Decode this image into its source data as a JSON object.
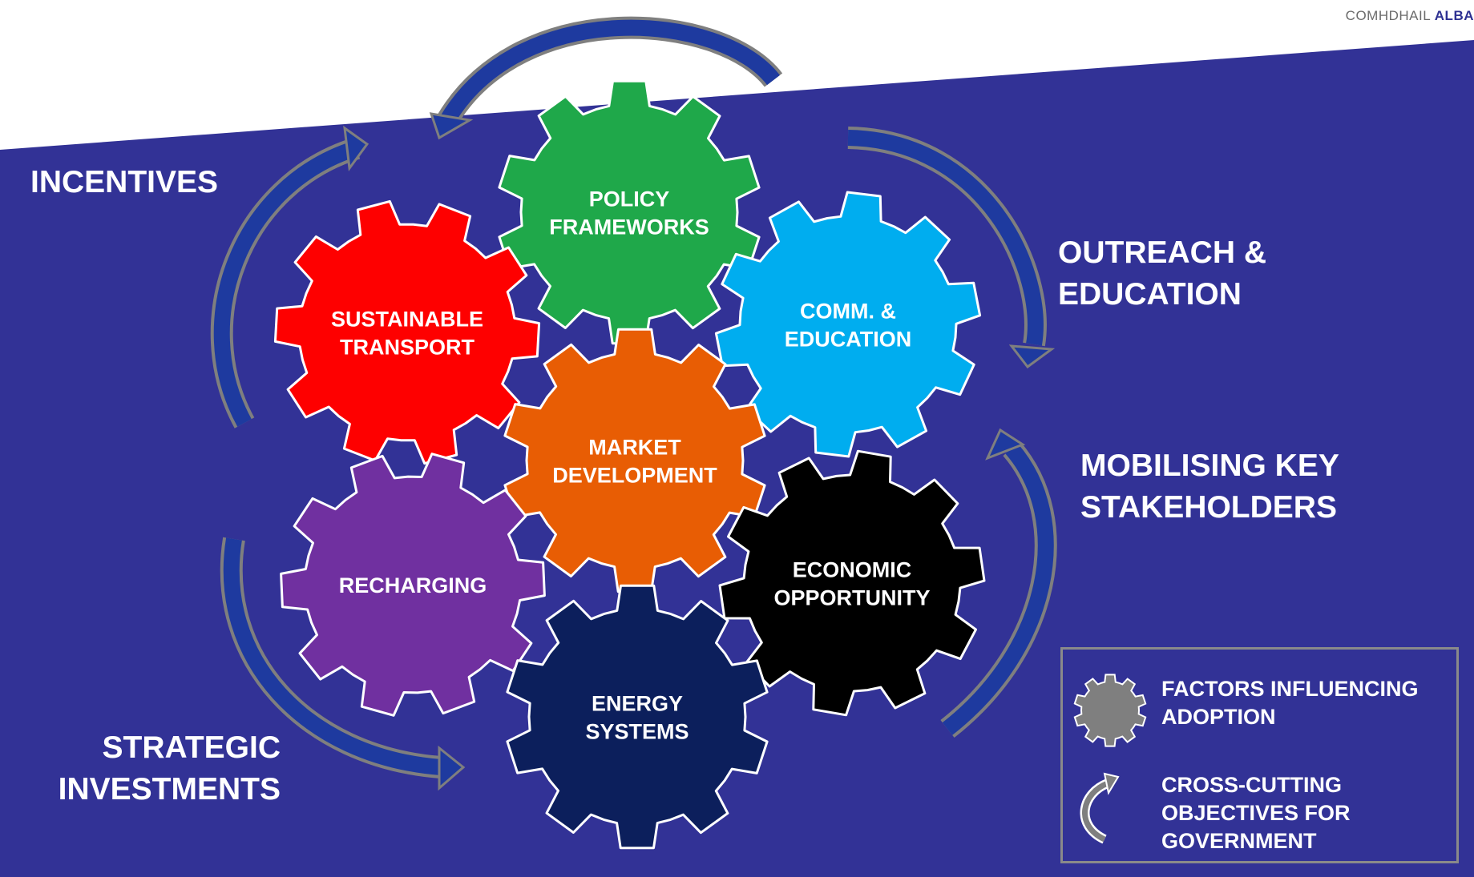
{
  "header": {
    "brand_plain": "COMHDHAIL ",
    "brand_bold": "ALBA"
  },
  "objectives": {
    "incentives": "INCENTIVES",
    "outreach": "OUTREACH &\nEDUCATION",
    "mobilising": "MOBILISING KEY\nSTAKEHOLDERS",
    "strategic": "STRATEGIC\nINVESTMENTS"
  },
  "gears": [
    {
      "id": "policy",
      "lines": [
        "POLICY",
        "FRAMEWORKS"
      ],
      "color": "#1fa84a"
    },
    {
      "id": "sustainable",
      "lines": [
        "SUSTAINABLE",
        "TRANSPORT"
      ],
      "color": "#fe0000"
    },
    {
      "id": "comm",
      "lines": [
        "COMM. &",
        "EDUCATION"
      ],
      "color": "#00adef"
    },
    {
      "id": "market",
      "lines": [
        "MARKET",
        "DEVELOPMENT"
      ],
      "color": "#e85d04"
    },
    {
      "id": "recharging",
      "lines": [
        "RECHARGING"
      ],
      "color": "#7030a0"
    },
    {
      "id": "economic",
      "lines": [
        "ECONOMIC",
        "OPPORTUNITY"
      ],
      "color": "#000000"
    },
    {
      "id": "energy",
      "lines": [
        "ENERGY",
        "SYSTEMS"
      ],
      "color": "#0c1f5c"
    }
  ],
  "legend": {
    "gear_label": "FACTORS INFLUENCING\nADOPTION",
    "arrow_label": "CROSS-CUTTING\nOBJECTIVES FOR\nGOVERNMENT",
    "gear_icon": "gear-icon",
    "arrow_icon": "curved-arrow-icon"
  },
  "colors": {
    "background_band": "#323296",
    "arrow_fill": "#1e3a9f",
    "arrow_border": "#7f7f7f",
    "legend_gear": "#7f7f7f"
  }
}
